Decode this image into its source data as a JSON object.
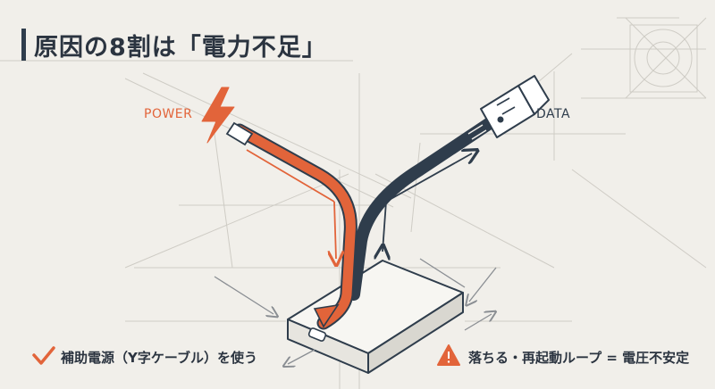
{
  "title": "原因の8割は「電力不足」",
  "labels": {
    "power": "POWER",
    "data": "DATA"
  },
  "callouts": {
    "solution": {
      "icon": "checkmark-icon",
      "text": "補助電源（Y字ケーブル）を使う"
    },
    "warning": {
      "icon": "warning-icon",
      "text": "落ちる・再起動ループ = 電圧不安定"
    }
  },
  "colors": {
    "background": "#f1efea",
    "power_accent": "#e2643a",
    "data_cable": "#2f3d4c",
    "text": "#2b3440",
    "grid_lines": "#c9c6bf"
  }
}
